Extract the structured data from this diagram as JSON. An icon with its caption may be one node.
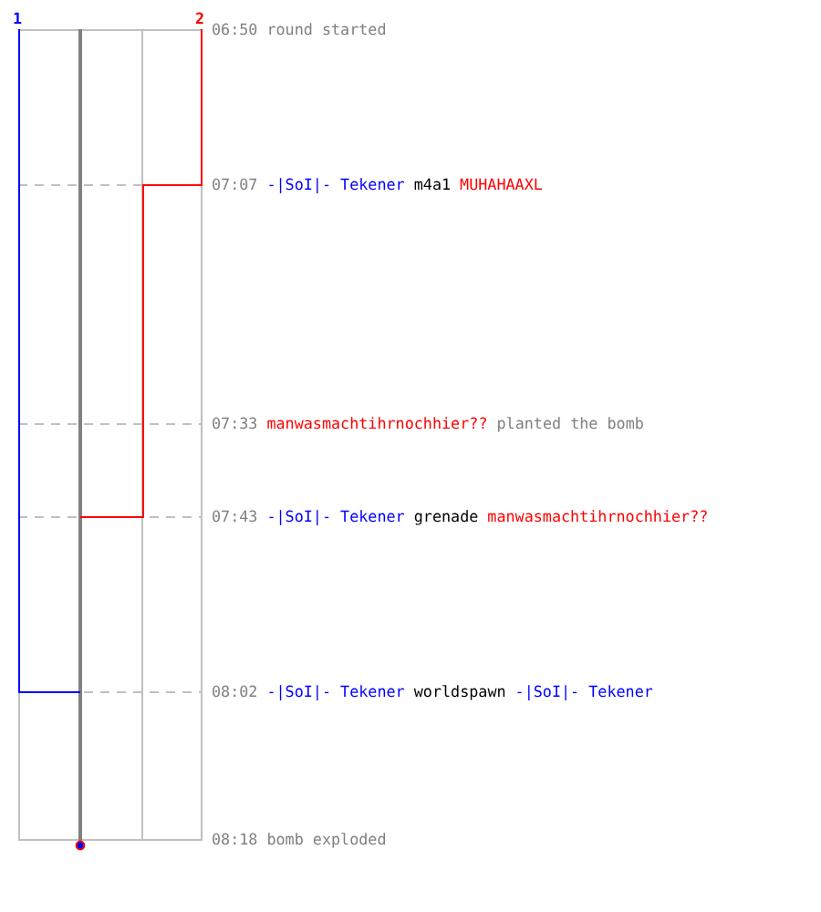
{
  "diagram": {
    "labels": [
      "1",
      "2",
      "06:50",
      "round started",
      "07:07",
      "-|SoI|- Tekener",
      "m4a1",
      "MUHAHAAXL",
      "07:33",
      "manwasmachtihrnochhier??",
      "planted the bomb",
      "07:43",
      "-|SoI|- Tekener",
      "grenade",
      "manwasmachtihrnochhier??",
      "08:02",
      "-|SoI|- Tekener",
      "worldspawn",
      "-|SoI|- Tekener",
      "08:18",
      "bomb exploded"
    ]
  }
}
